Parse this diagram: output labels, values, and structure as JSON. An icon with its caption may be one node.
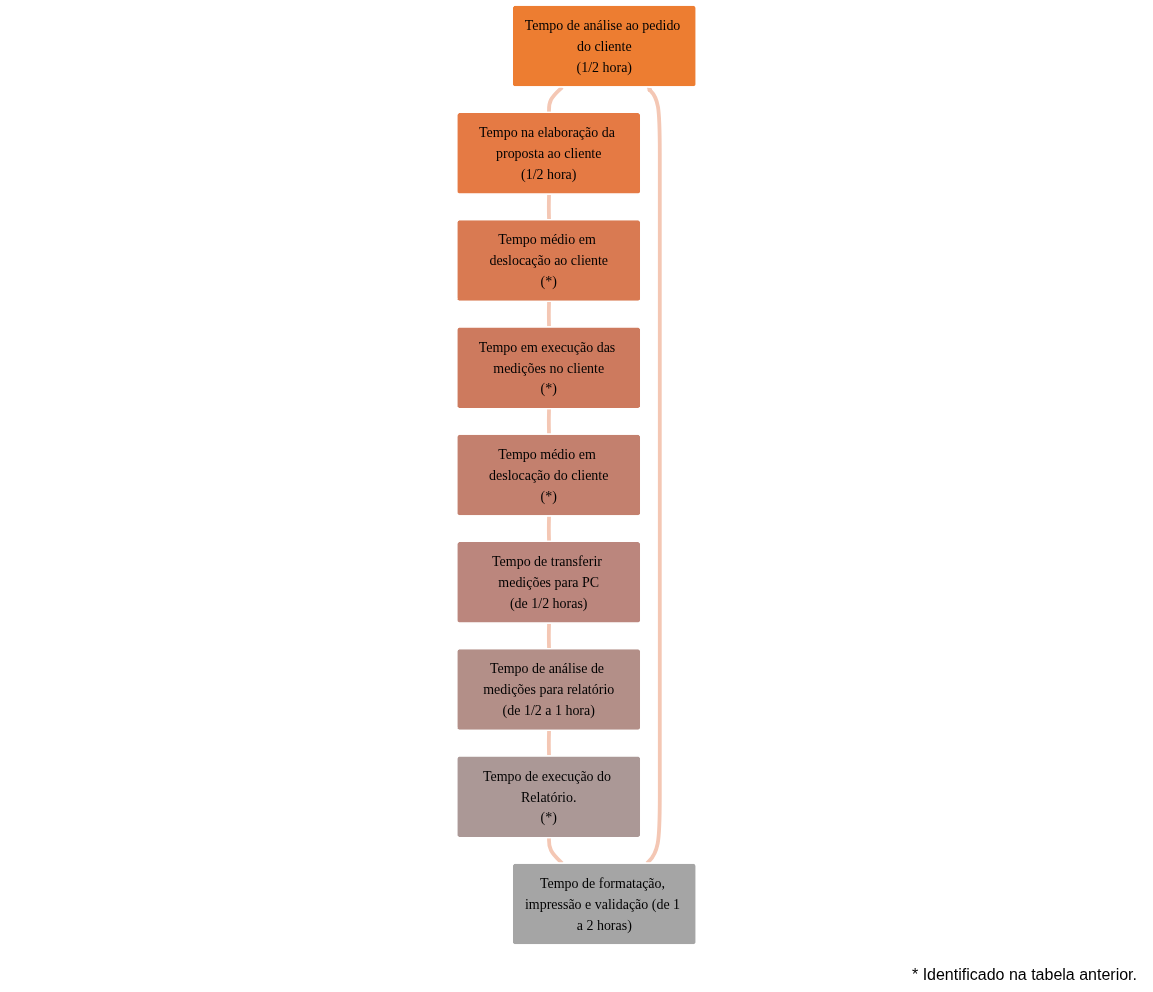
{
  "diagram": {
    "nodes": [
      {
        "text": [
          "Tempo de análise ao pedido do cliente",
          "(1/2 hora)"
        ]
      },
      {
        "text": [
          "Tempo na elaboração da proposta ao cliente",
          "(1/2 hora)"
        ]
      },
      {
        "text": [
          "Tempo médio em deslocação ao cliente",
          "(*)"
        ]
      },
      {
        "text": [
          "Tempo em execução das medições no cliente",
          "(*)"
        ]
      },
      {
        "text": [
          "Tempo médio em deslocação do cliente",
          "(*)"
        ]
      },
      {
        "text": [
          "Tempo de transferir medições para PC",
          "(de 1/2 horas)"
        ]
      },
      {
        "text": [
          "Tempo de análise de medições para relatório",
          "(de 1/2 a 1 hora)"
        ]
      },
      {
        "text": [
          "Tempo de execução do Relatório.",
          "(*)"
        ]
      },
      {
        "text": [
          "Tempo de formatação, impressão e validação (de 1 a 2 horas)"
        ]
      }
    ],
    "edges": [
      {
        "from": 0,
        "to": 1,
        "arrow": "none"
      },
      {
        "from": 1,
        "to": 2,
        "arrow": "none"
      },
      {
        "from": 2,
        "to": 3,
        "arrow": "none"
      },
      {
        "from": 3,
        "to": 4,
        "arrow": "none"
      },
      {
        "from": 4,
        "to": 5,
        "arrow": "none"
      },
      {
        "from": 5,
        "to": 6,
        "arrow": "none"
      },
      {
        "from": 6,
        "to": 7,
        "arrow": "none"
      },
      {
        "from": 7,
        "to": 8,
        "arrow": "none"
      },
      {
        "from": 8,
        "to": 0,
        "arrow": "to"
      }
    ],
    "labels": [
      "* Identificado na tabela anterior."
    ]
  }
}
